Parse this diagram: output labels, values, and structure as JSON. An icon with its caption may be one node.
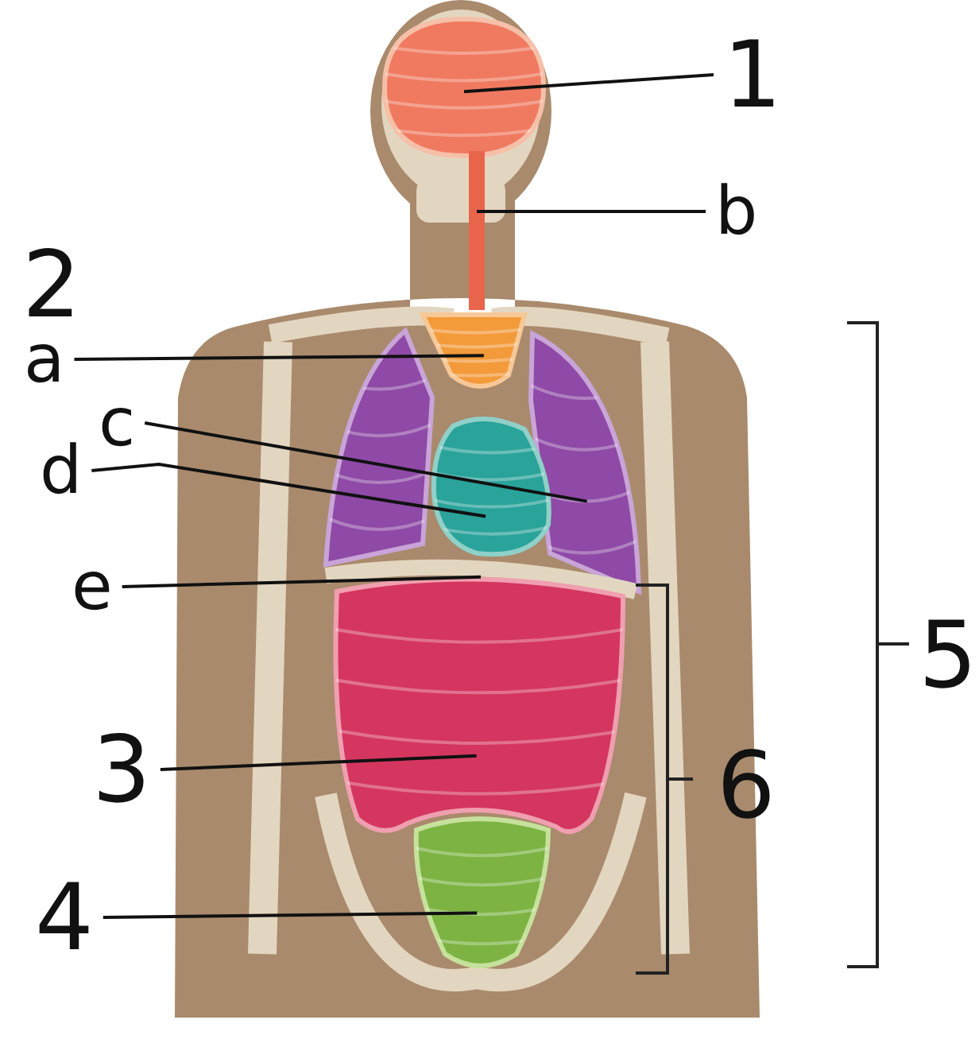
{
  "diagram": {
    "nodes": [
      {
        "text": [
          "1"
        ]
      },
      {
        "text": [],
        "shape": "picture"
      },
      {
        "text": [
          "b"
        ]
      },
      {
        "text": [],
        "shape": "bar"
      },
      {
        "text": [
          "a"
        ]
      },
      {
        "text": [],
        "shape": "picture"
      },
      {
        "text": [
          "c"
        ]
      },
      {
        "text": [],
        "shape": "picture"
      },
      {
        "text": [
          "d"
        ]
      },
      {
        "text": [],
        "shape": "picture"
      },
      {
        "text": [
          "e"
        ]
      },
      {
        "text": [],
        "shape": "bar"
      },
      {
        "text": [
          "3"
        ]
      },
      {
        "text": [],
        "shape": "picture"
      },
      {
        "text": [
          "4"
        ]
      },
      {
        "text": [],
        "shape": "picture"
      },
      {
        "text": [],
        "shape": "picture"
      }
    ],
    "edges": [
      {
        "from": 0,
        "to": 1,
        "arrow": "none"
      },
      {
        "from": 2,
        "to": 3,
        "arrow": "none"
      },
      {
        "from": 4,
        "to": 5,
        "arrow": "none"
      },
      {
        "from": 6,
        "to": 7,
        "arrow": "none"
      },
      {
        "from": 8,
        "to": 9,
        "arrow": "none"
      },
      {
        "from": 10,
        "to": 11,
        "arrow": "none"
      },
      {
        "from": 12,
        "to": 13,
        "arrow": "none"
      },
      {
        "from": 14,
        "to": 15,
        "arrow": "none"
      }
    ],
    "labels": [
      "2",
      "5",
      "6"
    ]
  }
}
